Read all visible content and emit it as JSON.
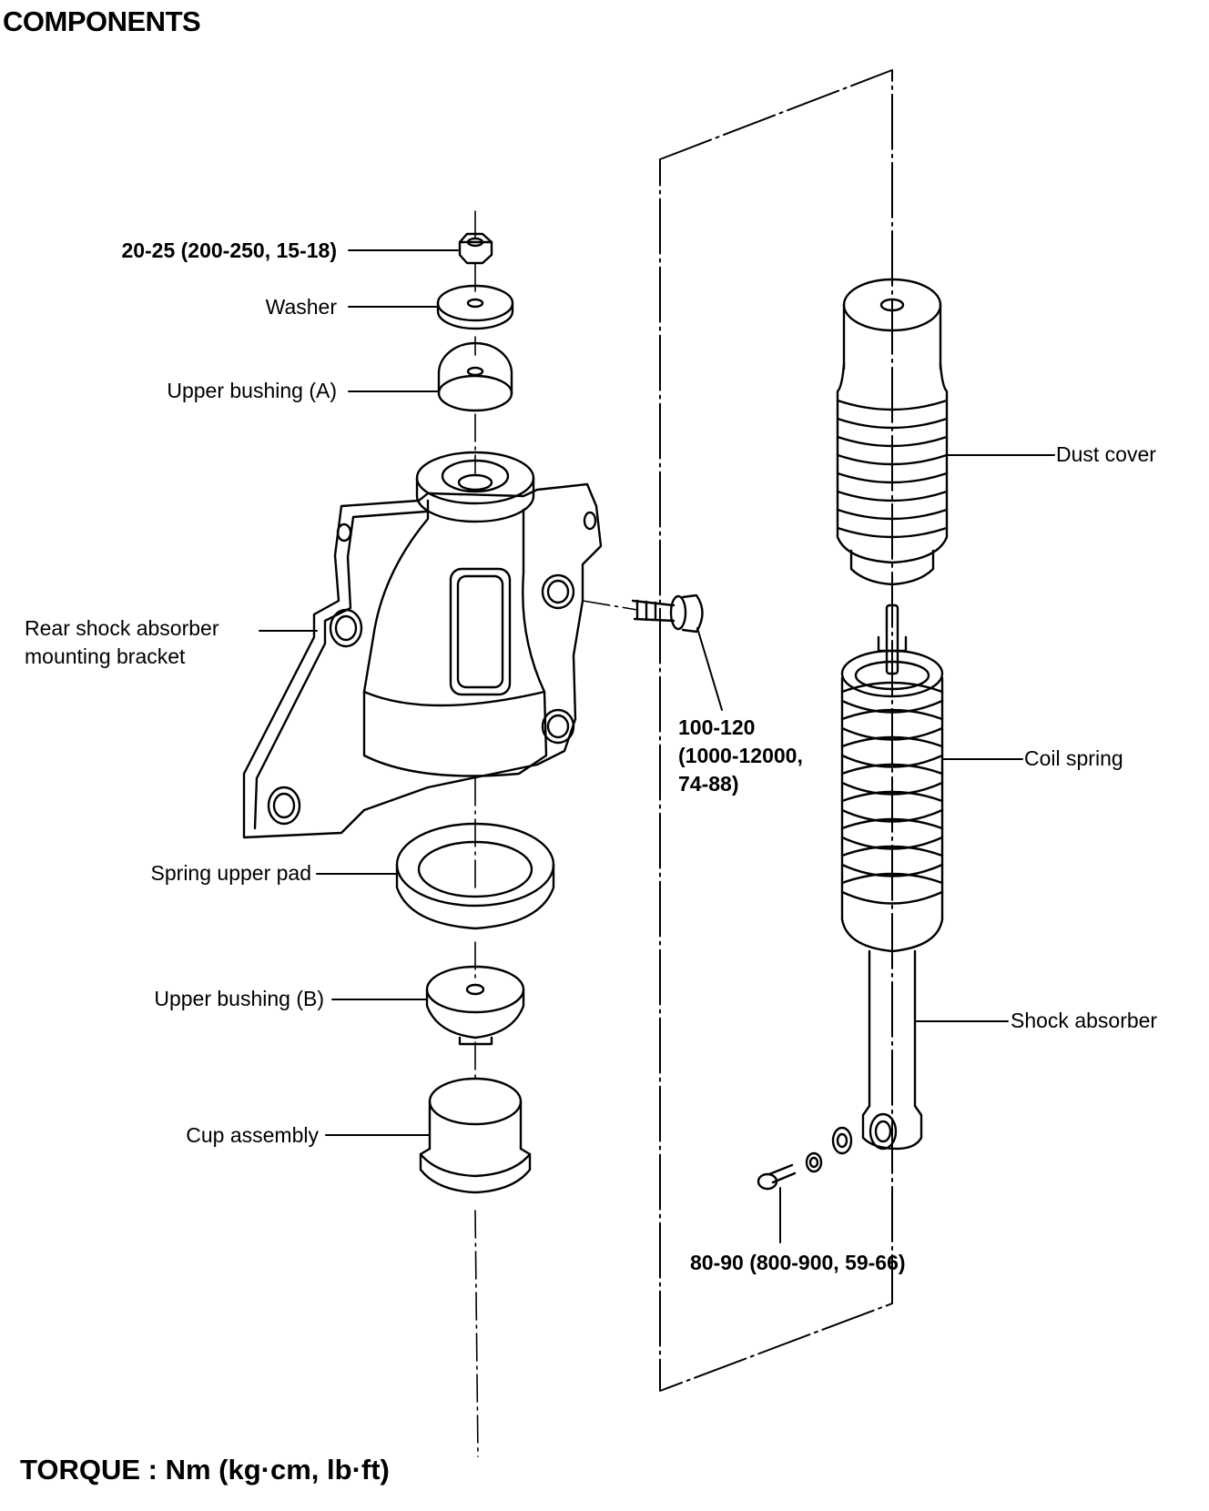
{
  "title": "COMPONENTS",
  "footer": "TORQUE : Nm (kg·cm, lb·ft)",
  "labels": {
    "nut_torque": "20-25 (200-250, 15-18)",
    "washer": "Washer",
    "upper_bushing_a": "Upper bushing (A)",
    "bracket_line1": "Rear shock absorber",
    "bracket_line2": "mounting bracket",
    "spring_upper_pad": "Spring upper pad",
    "upper_bushing_b": "Upper bushing (B)",
    "cup_assembly": "Cup assembly",
    "dust_cover": "Dust cover",
    "coil_spring": "Coil spring",
    "shock_absorber": "Shock absorber",
    "bracket_bolt_line1": "100-120",
    "bracket_bolt_line2": "(1000-12000,",
    "bracket_bolt_line3": "74-88)",
    "lower_bolt_torque": "80-90 (800-900, 59-66)"
  }
}
